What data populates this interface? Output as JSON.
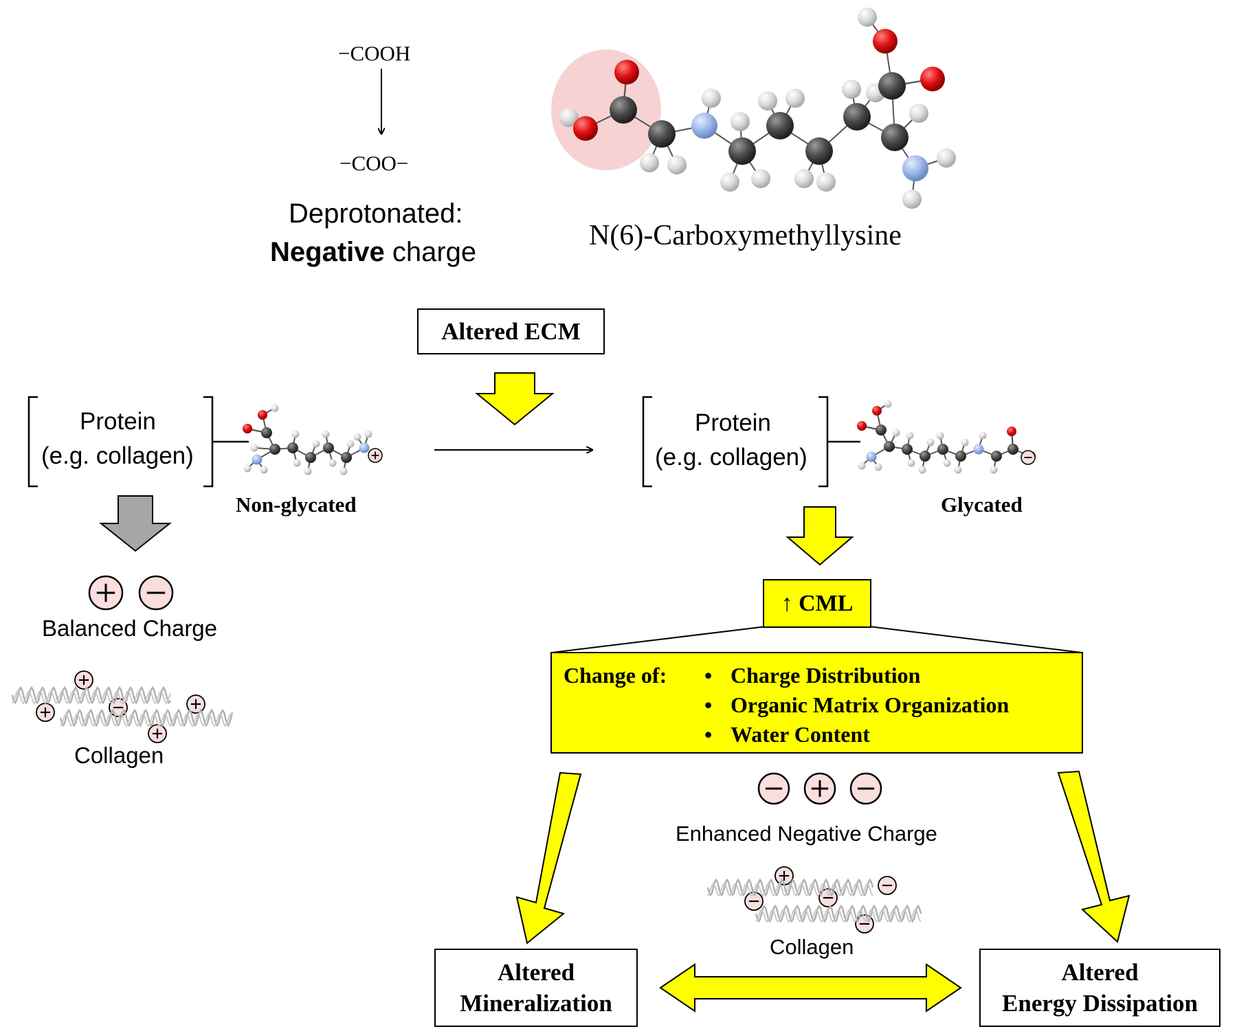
{
  "top": {
    "cooh": "−COOH",
    "coo": "−COO−",
    "deprotonated": "Deprotonated:",
    "negative_bold": "Negative",
    "charge": " charge",
    "molecule_name": "N(6)-Carboxymethyllysine"
  },
  "center": {
    "altered_ecm": "Altered ECM"
  },
  "left": {
    "protein": "Protein",
    "eg_collagen": "(e.g. collagen)",
    "non_glycated": "Non-glycated",
    "balanced_charge": "Balanced Charge",
    "collagen": "Collagen",
    "plus": "+",
    "minus": "−"
  },
  "right": {
    "protein": "Protein",
    "eg_collagen": "(e.g. collagen)",
    "glycated": "Glycated",
    "cml": "↑ CML",
    "change_of": "Change of:",
    "bullets": [
      "Charge Distribution",
      "Organic Matrix Organization",
      "Water Content"
    ],
    "enhanced_negative": "Enhanced Negative Charge",
    "collagen": "Collagen"
  },
  "bottom": {
    "mineralization_line1": "Altered",
    "mineralization_line2": "Mineralization",
    "energy_line1": "Altered",
    "energy_line2": "Energy Dissipation"
  },
  "colors": {
    "yellow": "#ffff00",
    "oxygen": "#e01010",
    "carbon": "#4a4a4a",
    "nitrogen": "#9db8ea",
    "hydrogen": "#d9d9d9",
    "charge_fill": "#fbdede",
    "highlight": "#f7d2d2",
    "gray_arrow": "#a6a6a6"
  }
}
